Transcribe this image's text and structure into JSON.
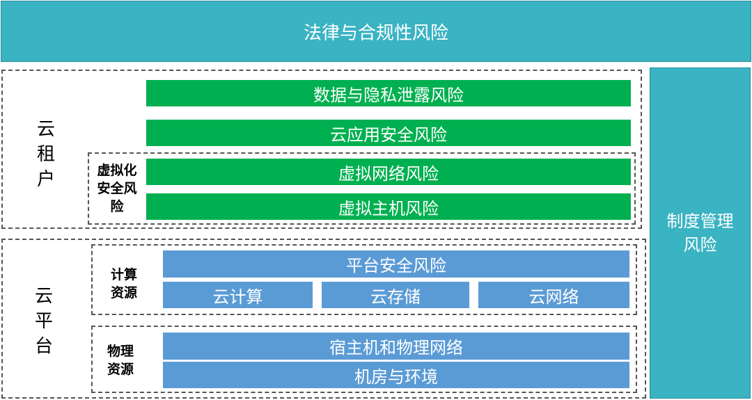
{
  "colors": {
    "teal": "#3AB3C3",
    "green": "#00B050",
    "blue": "#5B9BD5"
  },
  "top_bar": "法律与合规性风险",
  "right_bar": "制度管理风险",
  "tenant": {
    "label": "云租户",
    "items": [
      "数据与隐私泄露风险",
      "云应用安全风险"
    ],
    "virtual": {
      "label": "虚拟化安全风险",
      "items": [
        "虚拟网络风险",
        "虚拟主机风险"
      ]
    }
  },
  "platform": {
    "label": "云平台",
    "compute": {
      "label": "计算资源",
      "top": "平台安全风险",
      "items": [
        "云计算",
        "云存储",
        "云网络"
      ]
    },
    "physical": {
      "label": "物理资源",
      "items": [
        "宿主机和物理网络",
        "机房与环境"
      ]
    }
  }
}
